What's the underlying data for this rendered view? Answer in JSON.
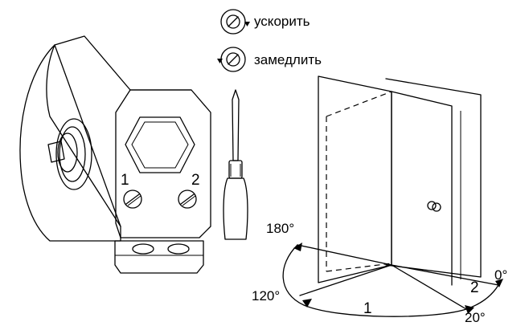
{
  "speed": {
    "faster": "ускорить",
    "slower": "замедлить"
  },
  "valves": {
    "valve1": "1",
    "valve2": "2"
  },
  "zones": {
    "zone1": "1",
    "zone2": "2"
  },
  "angles": {
    "a180": "180°",
    "a120": "120°",
    "a0": "0°",
    "a20": "20°"
  },
  "icons": {
    "faster": "rotate-clockwise-icon",
    "slower": "rotate-counterclockwise-icon",
    "tool": "screwdriver-icon"
  }
}
